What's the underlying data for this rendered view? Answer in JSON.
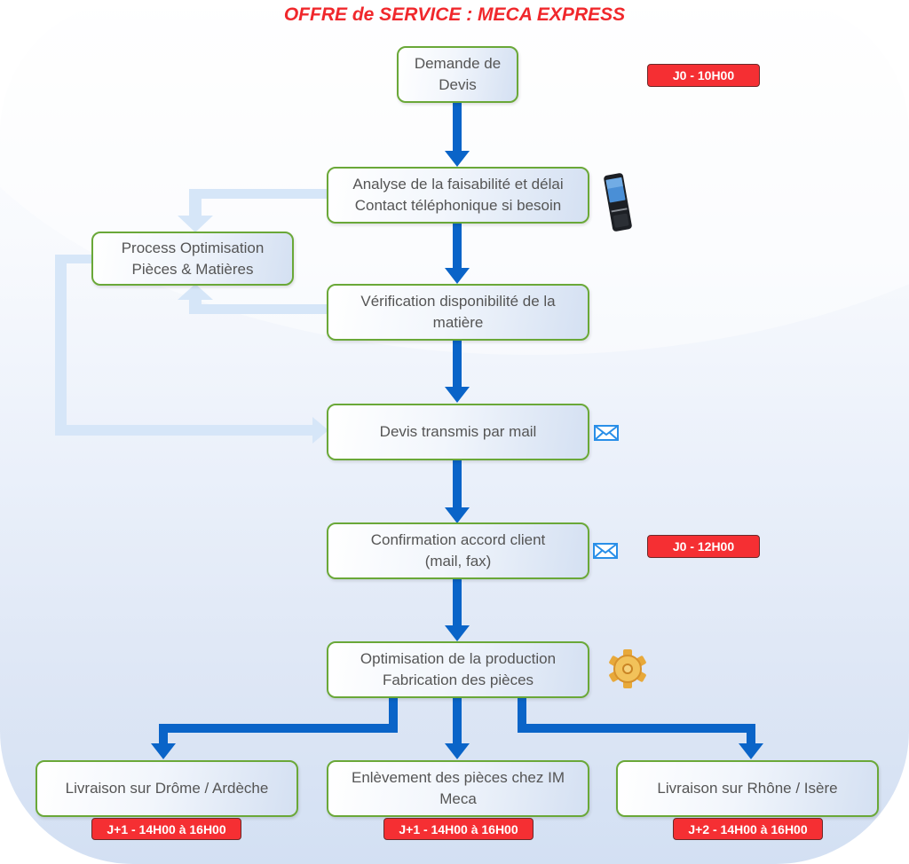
{
  "title": "OFFRE de SERVICE : MECA EXPRESS",
  "nodes": {
    "demande": "Demande de\nDevis",
    "analyse": "Analyse de la faisabilité et délai\nContact téléphonique si besoin",
    "process": "Process Optimisation\nPièces & Matières",
    "verification": "Vérification disponibilité de la\nmatière",
    "devis_mail": "Devis transmis par mail",
    "confirmation": "Confirmation accord client\n(mail, fax)",
    "production": "Optimisation de la production\nFabrication des pièces",
    "livraison_drome": "Livraison sur Drôme / Ardèche",
    "enlevement": "Enlèvement des pièces chez IM\nMeca",
    "livraison_rhone": "Livraison sur Rhône / Isère"
  },
  "badges": {
    "j0_10": "J0 - 10H00",
    "j0_12": "J0 - 12H00",
    "drome": "J+1 - 14H00 à 16H00",
    "enlevement": "J+1 - 14H00 à 16H00",
    "rhone": "J+2 - 14H00 à 16H00"
  },
  "icons": {
    "phone": "mobile-phone-icon",
    "mail1": "envelope-icon",
    "mail2": "envelope-icon",
    "gear": "gear-icon"
  },
  "colors": {
    "title": "#f0282c",
    "node_border": "#6aa838",
    "main_arrow": "#0a64c8",
    "feedback_arrow": "#d6e6f8",
    "badge": "#f52f33"
  }
}
